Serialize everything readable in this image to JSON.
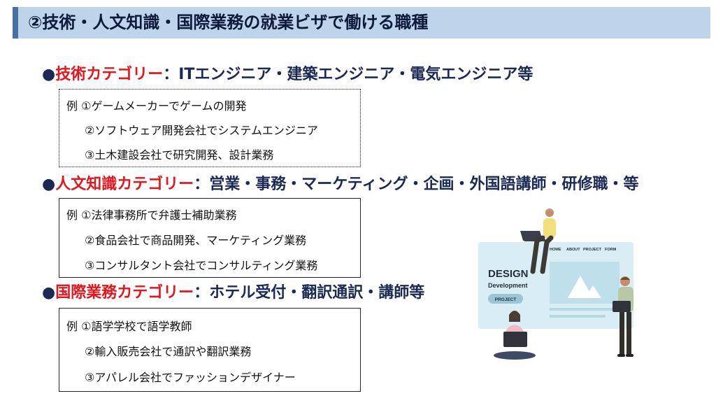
{
  "title": "②技術・人文知識・国際業務の就業ビザで働ける職種",
  "categories": [
    {
      "bullet": "●",
      "name": "技術カテゴリー",
      "separator": "：",
      "jobs": "ITエンジニア・建築エンジニア・電気エンジニア等",
      "examples": {
        "prefix": "例",
        "items": [
          "①ゲームメーカーでゲームの開発",
          "②ソフトウェア開発会社でシステムエンジニア",
          "③土木建設会社で研究開発、設計業務"
        ]
      }
    },
    {
      "bullet": "●",
      "name": "人文知識カテゴリー",
      "separator": "：",
      "jobs": "営業・事務・マーケティング・企画・外国語講師・研修職・等",
      "examples": {
        "prefix": "例",
        "items": [
          "①法律事務所で弁護士補助業務",
          "②食品会社で商品開発、マーケティング業務",
          "③コンサルタント会社でコンサルティング業務"
        ]
      }
    },
    {
      "bullet": "●",
      "name": "国際業務カテゴリー",
      "separator": "：",
      "jobs": "ホテル受付・翻訳通訳・講師等",
      "examples": {
        "prefix": "例",
        "items": [
          "①語学学校で語学教師",
          "②輸入販売会社で通訳や翻訳業務",
          "③アパレル会社でファッションデザイナー"
        ]
      }
    }
  ],
  "illustration": {
    "nav": [
      "HOME",
      "ABOUT",
      "PROJECT",
      "FORM"
    ],
    "heading": "DESIGN",
    "subheading": "Development",
    "button": "PROJECT"
  },
  "colors": {
    "title_bg": "#bdd4ea",
    "accent": "#4a6fa5",
    "category_name": "#e8141b",
    "text": "#1a2a55"
  }
}
